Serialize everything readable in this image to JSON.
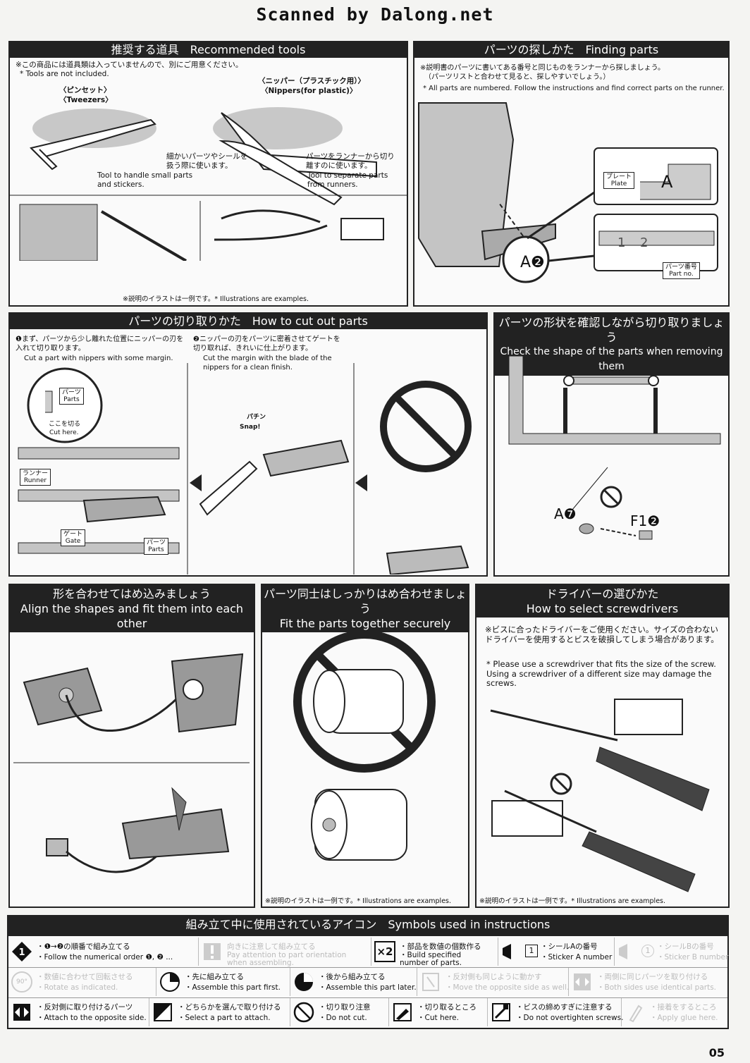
{
  "header": "Scanned by Dalong.net",
  "tools": {
    "title": "推奨する道具　Recommended tools",
    "note_jp": "※この商品には道具類は入っていませんので、別にご用意ください。",
    "note_en": "* Tools are not included.",
    "tweezers_jp": "〈ピンセット〉",
    "tweezers_en": "〈Tweezers〉",
    "tweezers_desc_jp": "細かいパーツやシールを扱う際に使います。",
    "tweezers_desc_en": "Tool to handle small parts and stickers.",
    "nippers_jp": "〈ニッパー（プラスチック用）〉",
    "nippers_en": "〈Nippers(for plastic)〉",
    "nippers_desc_jp": "パーツをランナーから切り離すのに使います。",
    "nippers_desc_en": "Tool to separate parts from runners.",
    "example": "※説明のイラストは一例です。* Illustrations are examples."
  },
  "finding": {
    "title": "パーツの探しかた　Finding parts",
    "note_jp1": "※説明書のパーツに書いてある番号と同じものをランナーから探しましょう。",
    "note_jp2": "（パーツリストと合わせて見ると、探しやすいでしょう。）",
    "note_en": "* All parts are numbered. Follow the instructions and find correct parts on the runner.",
    "plate_jp": "プレート",
    "plate_en": "Plate",
    "partno_jp": "パーツ番号",
    "partno_en": "Part no.",
    "callout": "A❷",
    "runner_letter": "A",
    "runner_num": "1",
    "runner_num2": "2"
  },
  "cutout": {
    "title": "パーツの切り取りかた　How to cut out parts",
    "step1_jp": "❶まず、パーツから少し離れた位置にニッパーの刃を入れて切り取ります。",
    "step1_en": "Cut a part with nippers with some margin.",
    "step2_jp": "❷ニッパーの刃をパーツに密着させてゲートを切り取れば、きれいに仕上がります。",
    "step2_en": "Cut the margin with the blade of the nippers for a clean finish.",
    "parts_jp": "パーツ",
    "parts_en": "Parts",
    "cut_here_jp": "ここを切る",
    "cut_here_en": "Cut here.",
    "runner_jp": "ランナー",
    "runner_en": "Runner",
    "gate_jp": "ゲート",
    "gate_en": "Gate",
    "snap_jp": "パチン",
    "snap_en": "Snap!"
  },
  "shape": {
    "title_jp": "パーツの形状を確認しながら切り取りましょう",
    "title_en": "Check the shape of the parts when removing them",
    "a_label": "A❼",
    "f_label": "F1❷",
    "runner_mark": "7"
  },
  "align": {
    "title_jp": "形を合わせてはめ込みましょう",
    "title_en": "Align the shapes and fit them into each other"
  },
  "fit": {
    "title_jp": "パーツ同士はしっかりはめ合わせましょう",
    "title_en": "Fit the parts together securely",
    "example": "※説明のイラストは一例です。* Illustrations are examples."
  },
  "driver": {
    "title_jp": "ドライバーの選びかた",
    "title_en": "How to select screwdrivers",
    "note_jp": "※ビスに合ったドライバーをご使用ください。サイズの合わないドライバーを使用するとビスを破損してしまう場合があります。",
    "note_en": "* Please use a screwdriver that fits the size of the screw. Using a screwdriver of a different size may damage the screws.",
    "example": "※説明のイラストは一例です。* Illustrations are examples."
  },
  "symbols": {
    "title": "組み立て中に使用されているアイコン　Symbols used in instructions",
    "items": [
      {
        "jp": "・❶→❷の順番で組み立てる",
        "en": "・Follow the numerical order ❶, ❷ ...",
        "dim": false
      },
      {
        "jp": "向きに注意して組み立てる",
        "en": "Pay attention to part orientation when assembling.",
        "dim": true
      },
      {
        "jp": "・部品を数値の個数作る",
        "en": "・Build specified number of parts.",
        "dim": false
      },
      {
        "jp": "・シールAの番号",
        "en": "・Sticker A number",
        "dim": false
      },
      {
        "jp": "・シールBの番号",
        "en": "・Sticker B number",
        "dim": true
      },
      {
        "jp": "・数値に合わせて回転させる",
        "en": "・Rotate as indicated.",
        "dim": true
      },
      {
        "jp": "・先に組み立てる",
        "en": "・Assemble this part first.",
        "dim": false
      },
      {
        "jp": "・後から組み立てる",
        "en": "・Assemble this part later.",
        "dim": false
      },
      {
        "jp": "・反対側も同じように動かす",
        "en": "・Move the opposite side as well.",
        "dim": true
      },
      {
        "jp": "・両側に同じパーツを取り付ける",
        "en": "・Both sides use identical parts.",
        "dim": true
      },
      {
        "jp": "・反対側に取り付けるパーツ",
        "en": "・Attach to the opposite side.",
        "dim": false
      },
      {
        "jp": "・どちらかを選んで取り付ける",
        "en": "・Select a part to attach.",
        "dim": false
      },
      {
        "jp": "・切り取り注意",
        "en": "・Do not cut.",
        "dim": false
      },
      {
        "jp": "・切り取るところ",
        "en": "・Cut here.",
        "dim": false
      },
      {
        "jp": "・ビスの締めすぎに注意する",
        "en": "・Do not overtighten screws.",
        "dim": false
      },
      {
        "jp": "・接着をするところ",
        "en": "・Apply glue here.",
        "dim": true
      }
    ],
    "x2": "×2",
    "rot": "90°",
    "sticker_a": "1",
    "sticker_b": "1"
  },
  "page_number": "05"
}
